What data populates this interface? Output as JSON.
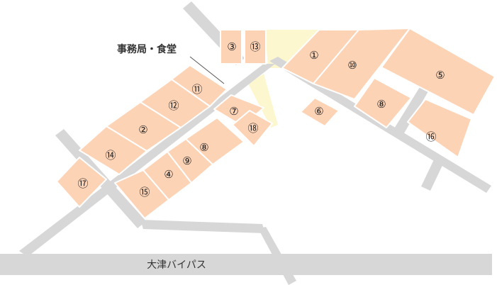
{
  "highway": {
    "label": "大津バイパス"
  },
  "office": {
    "label": "事務局・食堂"
  },
  "lots": [
    {
      "id": "1",
      "label": "①"
    },
    {
      "id": "2",
      "label": "②"
    },
    {
      "id": "3",
      "label": "③"
    },
    {
      "id": "4",
      "label": "④"
    },
    {
      "id": "5",
      "label": "⑤"
    },
    {
      "id": "6",
      "label": "⑥"
    },
    {
      "id": "7",
      "label": "⑦"
    },
    {
      "id": "8a",
      "label": "⑧"
    },
    {
      "id": "8b",
      "label": "⑧"
    },
    {
      "id": "9",
      "label": "⑨"
    },
    {
      "id": "10",
      "label": "⑩"
    },
    {
      "id": "11",
      "label": "⑪"
    },
    {
      "id": "12",
      "label": "⑫"
    },
    {
      "id": "13",
      "label": "⑬"
    },
    {
      "id": "14",
      "label": "⑭"
    },
    {
      "id": "15",
      "label": "⑮"
    },
    {
      "id": "16",
      "label": "⑯"
    },
    {
      "id": "17",
      "label": "⑰"
    },
    {
      "id": "18",
      "label": "⑱"
    }
  ]
}
